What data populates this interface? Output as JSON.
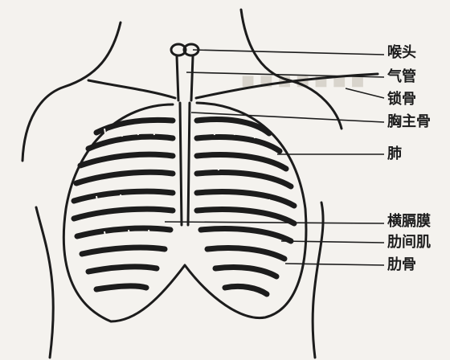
{
  "labels": [
    {
      "id": "larynx",
      "text": "喉头"
    },
    {
      "id": "trachea",
      "text": "气管"
    },
    {
      "id": "clavicle",
      "text": "锁骨"
    },
    {
      "id": "sternum",
      "text": "胸主骨"
    },
    {
      "id": "lung",
      "text": "肺"
    },
    {
      "id": "diaphragm",
      "text": "横膈膜"
    },
    {
      "id": "intercostal",
      "text": "肋间肌"
    },
    {
      "id": "rib",
      "text": "肋骨"
    }
  ],
  "colors": {
    "ink": "#1c1c1c",
    "paper": "#f4f2ee",
    "ghost": "#d8d4cc"
  }
}
